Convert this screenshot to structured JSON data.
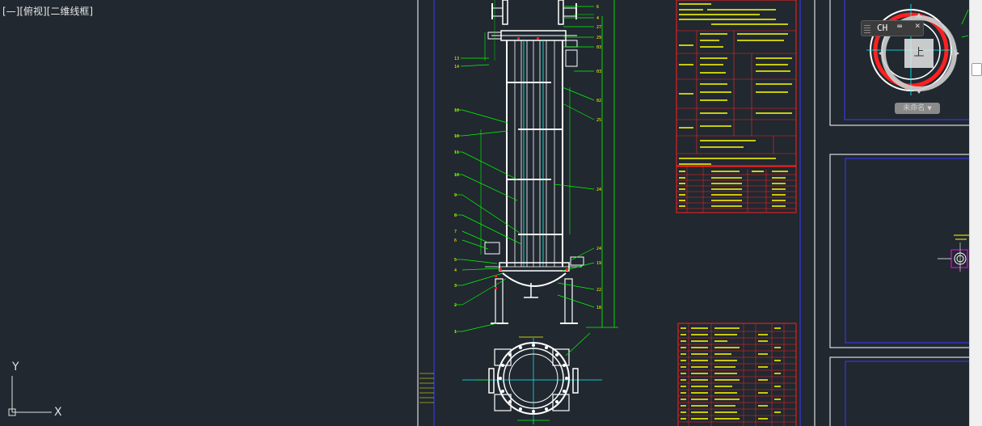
{
  "viewport": {
    "label": "[—][俯视][二维线框]"
  },
  "ucs": {
    "y_label": "Y",
    "x_label": "X"
  },
  "navcube": {
    "face_label": "上",
    "view_name": "未命名",
    "view_arrow": "▼"
  },
  "ime": {
    "lang": "CH",
    "keyboard_icon": "⌨",
    "close": "×"
  },
  "scrollbar": {
    "orientation": "vertical"
  },
  "colors": {
    "background": "#212830",
    "frame": "#ffffff",
    "border_blue": "#3a3aff",
    "line_green": "#00ff00",
    "table_red": "#ff2020",
    "text_yellow": "#ffff00",
    "geometry_white": "#ffffff",
    "cyan": "#00ffff",
    "magenta": "#ff00ff"
  }
}
